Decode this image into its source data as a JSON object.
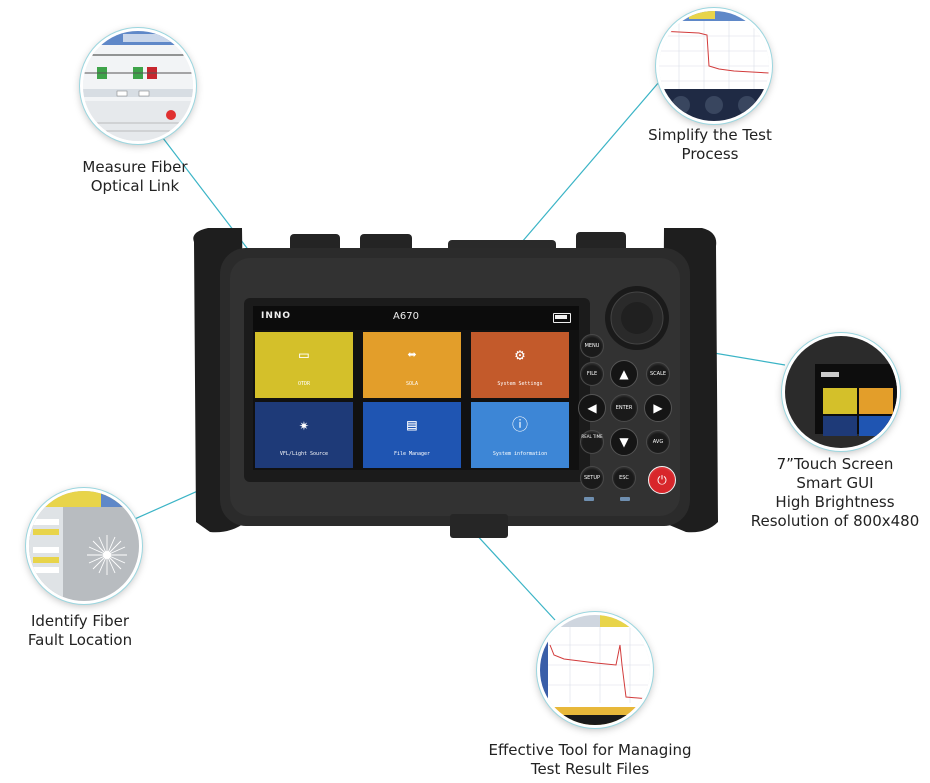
{
  "callouts": {
    "measure_line1": "Measure Fiber",
    "measure_line2": "Optical Link",
    "simplify_line1": "Simplify the Test",
    "simplify_line2": "Process",
    "touch_line1": "7”Touch Screen",
    "touch_line2": "Smart GUI",
    "touch_line3": "High  Brightness",
    "touch_line4": "Resolution of 800x480",
    "identify_line1": "Identify Fiber",
    "identify_line2": "Fault Location",
    "effective_line1": "Effective Tool for Managing",
    "effective_line2": "Test Result Files"
  },
  "screen": {
    "brand": "INNO",
    "model": "A670",
    "tiles": [
      {
        "label": "OTDR",
        "icon": "otdr-icon",
        "color": "#d4c02a"
      },
      {
        "label": "SOLA",
        "icon": "sola-icon",
        "color": "#e39e2a"
      },
      {
        "label": "System Settings",
        "icon": "gear-icon",
        "color": "#c35a2b"
      },
      {
        "label": "VFL/Light Source",
        "icon": "light-source-icon",
        "color": "#1e3a78"
      },
      {
        "label": "File Manager",
        "icon": "folder-icon",
        "color": "#1f55b2"
      },
      {
        "label": "System information",
        "icon": "info-icon",
        "color": "#3d86d6"
      }
    ]
  },
  "keypad": {
    "menu": "MENU",
    "file": "FILE",
    "scale": "SCALE",
    "enter": "ENTER",
    "realtime": "REAL TIME",
    "avg": "AVG",
    "setup": "SETUP",
    "esc": "ESC"
  },
  "colors": {
    "leader": "#3bb4c6",
    "power": "#d8262b"
  }
}
